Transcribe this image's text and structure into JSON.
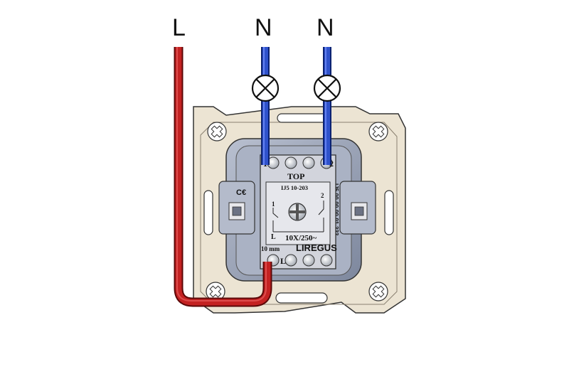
{
  "diagram": {
    "wire_labels": {
      "live": "L",
      "neutral_1": "N",
      "neutral_2": "N"
    },
    "module": {
      "top_mark": "TOP",
      "model": "IJ5 10-203",
      "terminal_1": "1",
      "terminal_2": "2",
      "terminal_L": "L",
      "rating": "10X/250~",
      "brand": "LIREGUS",
      "strip_length": "10 mm",
      "terminal_1_small": "1",
      "terminal_2_small": "2",
      "terminal_L_small": "L",
      "side_code": "IJ5-00-00-00-01-333"
    },
    "colors": {
      "live_wire": "#b01818",
      "neutral_wire": "#1a3fb8",
      "mounting_plate": "#ece4d3",
      "module_body": "#9aa3b8",
      "front_plate": "#d2d4dc"
    }
  }
}
